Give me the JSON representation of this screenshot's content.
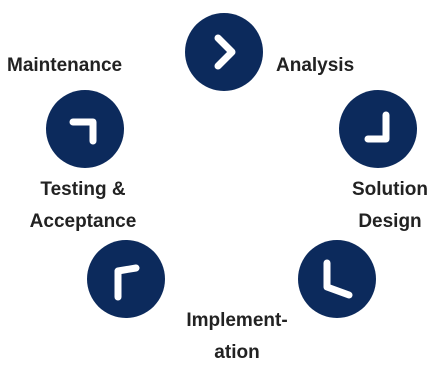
{
  "colors": {
    "circle": "#0c2a5c",
    "stroke": "#ffffff",
    "text": "#222222"
  },
  "top_clipped_text": "",
  "steps": [
    {
      "label_line1": "Maintenance",
      "label_line2": "",
      "icon": "chevron-right-icon"
    },
    {
      "label_line1": "Analysis",
      "label_line2": "",
      "icon": "corner-down-right-icon"
    },
    {
      "label_line1": "Solution",
      "label_line2": "Design",
      "icon": "corner-down-left-icon"
    },
    {
      "label_line1": "Implement-",
      "label_line2": "ation",
      "icon": "corner-up-left-icon"
    },
    {
      "label_line1": "Testing &",
      "label_line2": "Acceptance",
      "icon": "corner-up-right-icon"
    }
  ]
}
